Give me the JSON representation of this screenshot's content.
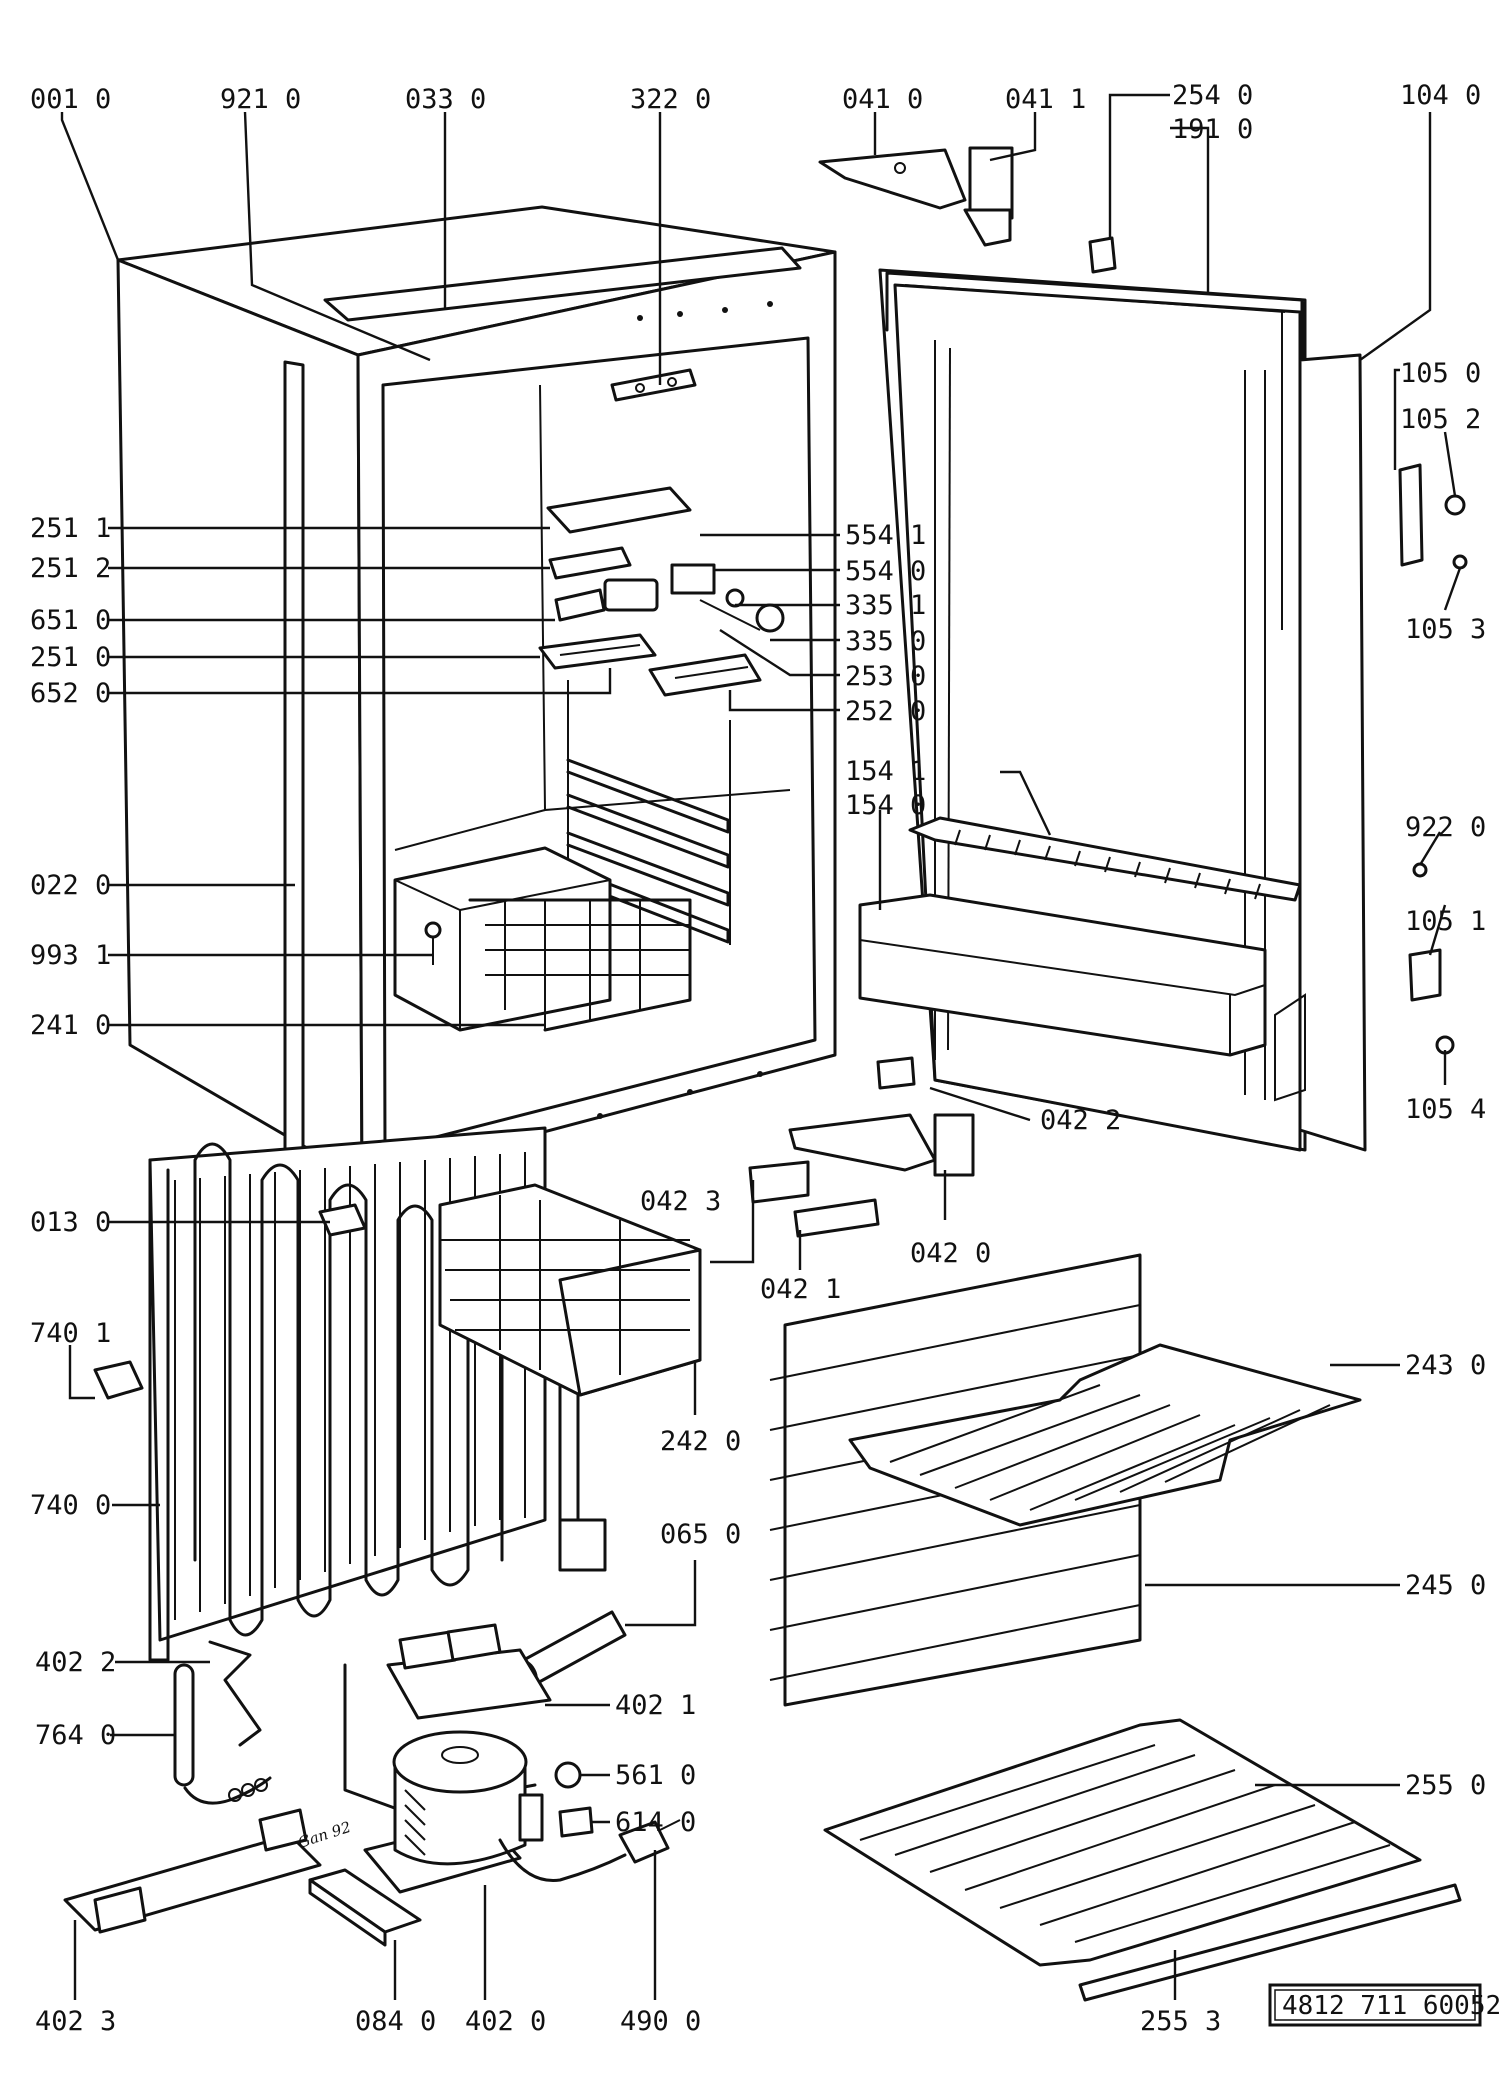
{
  "reference_code": "4812 711 60052",
  "handwritten_note": "Gan 92",
  "labels": {
    "l0010": "001 0",
    "l9210": "921 0",
    "l0330": "033 0",
    "l3220": "322 0",
    "l0410": "041 0",
    "l0411": "041 1",
    "l2540": "254 0",
    "l1910": "191 0",
    "l1040": "104 0",
    "l1050": "105 0",
    "l1052": "105 2",
    "l1053": "105 3",
    "l2511": "251 1",
    "l2512": "251 2",
    "l6510": "651 0",
    "l2510": "251 0",
    "l6520": "652 0",
    "l5541": "554 1",
    "l5540": "554 0",
    "l3351": "335 1",
    "l3350": "335 0",
    "l2530": "253 0",
    "l2520": "252 0",
    "l1541": "154 1",
    "l1540": "154 0",
    "l0220": "022 0",
    "l9931": "993 1",
    "l2410": "241 0",
    "l9220": "922 0",
    "l1051": "105 1",
    "l1054": "105 4",
    "l0422": "042 2",
    "l0130": "013 0",
    "l0423": "042 3",
    "l0421": "042 1",
    "l0420": "042 0",
    "l7401": "740 1",
    "l2420": "242 0",
    "l2430": "243 0",
    "l7400": "740 0",
    "l0650": "065 0",
    "l2450": "245 0",
    "l4022": "402 2",
    "l4021": "402 1",
    "l7640": "764 0",
    "l5610": "561 0",
    "l6140": "614 0",
    "l2550": "255 0",
    "l4023": "402 3",
    "l0840": "084 0",
    "l4020": "402 0",
    "l4900": "490 0",
    "l2553": "255 3"
  }
}
